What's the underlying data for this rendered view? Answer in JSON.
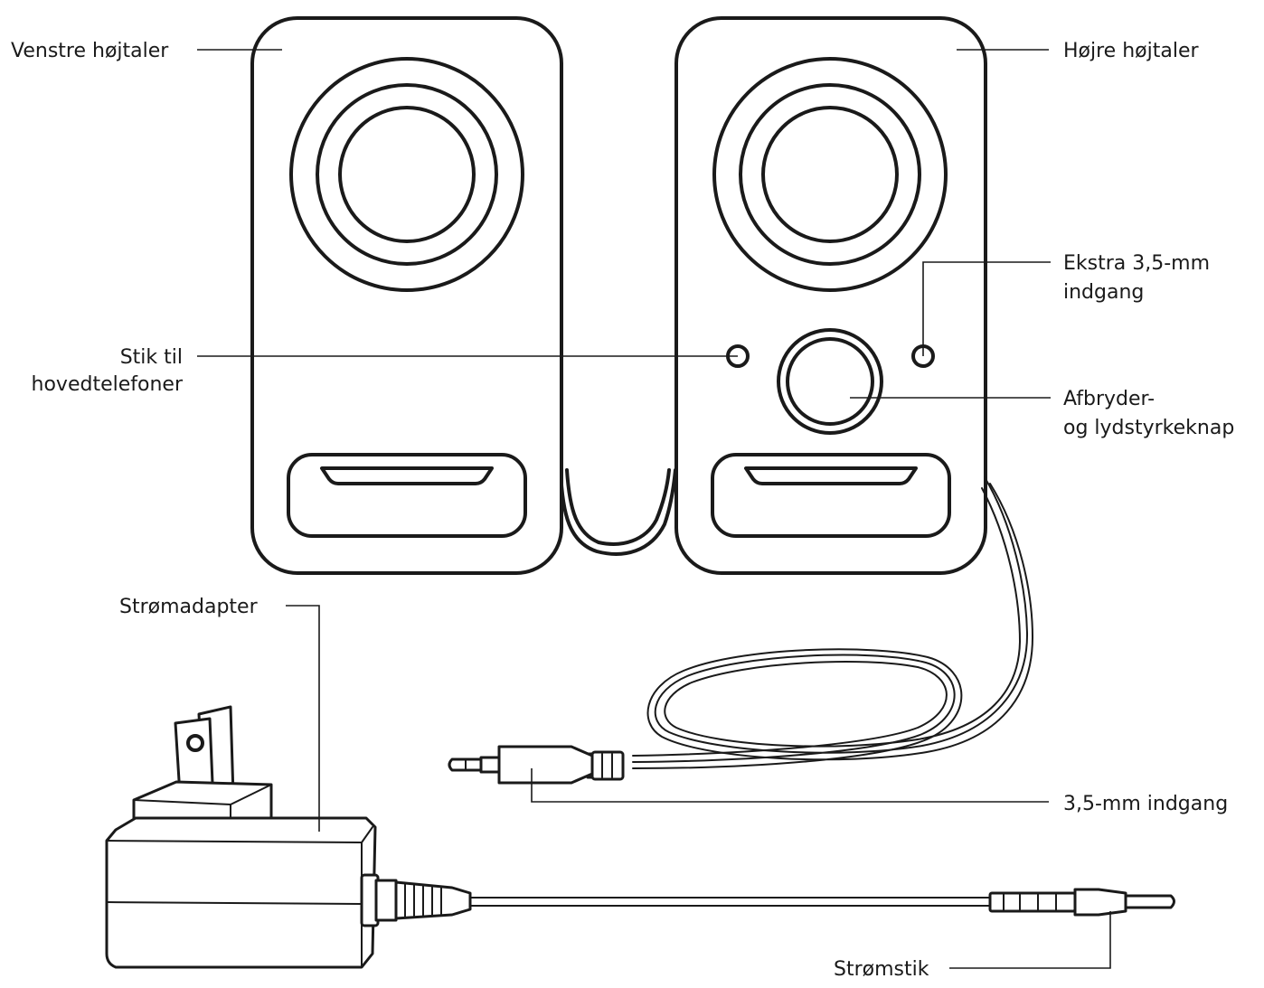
{
  "labels": {
    "left_speaker": "Venstre højtaler",
    "right_speaker": "Højre højtaler",
    "aux_input_line1": "Ekstra 3,5-mm",
    "aux_input_line2": "indgang",
    "headphone_jack_line1": "Stik til",
    "headphone_jack_line2": "hovedtelefoner",
    "power_volume_knob_line1": "Afbryder-",
    "power_volume_knob_line2": "og lydstyrkeknap",
    "power_adapter": "Strømadapter",
    "audio_input": "3,5-mm indgang",
    "power_plug": "Strømstik"
  },
  "colors": {
    "line": "#1a1a1a",
    "background": "#ffffff"
  }
}
